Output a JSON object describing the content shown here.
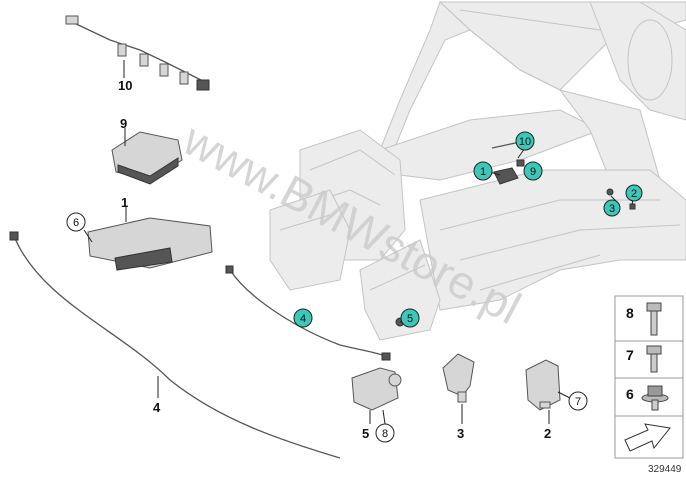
{
  "watermark": "www.BMWstore.pl",
  "diagram_id": "329449",
  "part_labels": {
    "p10": "10",
    "p9": "9",
    "p1": "1",
    "p6": "6",
    "p4": "4",
    "p5": "5",
    "p8": "8",
    "p3": "3",
    "p2": "2",
    "p7": "7"
  },
  "callouts": {
    "c10": "10",
    "c1": "1",
    "c9": "9",
    "c2": "2",
    "c3": "3",
    "c4": "4",
    "c5": "5"
  },
  "legend": {
    "items": [
      {
        "num": "8"
      },
      {
        "num": "7"
      },
      {
        "num": "6"
      }
    ]
  },
  "colors": {
    "callout_teal": "#3cc8b9",
    "body_gray": "#ececec",
    "legend_border": "#9a9a9a"
  }
}
